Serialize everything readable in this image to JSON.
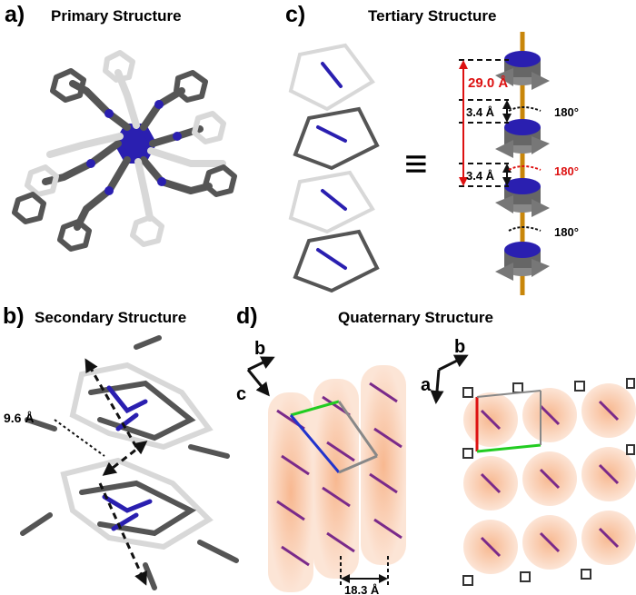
{
  "panels": {
    "a": {
      "letter": "a)",
      "title": "Primary Structure"
    },
    "b": {
      "letter": "b)",
      "title": "Secondary Structure",
      "distance": "9.6 Å"
    },
    "c": {
      "letter": "c)",
      "title": "Tertiary Structure",
      "equivalence_symbol": "≡",
      "dimensions": {
        "pitch": "29.0 Å",
        "spacing_upper": "3.4 Å",
        "spacing_lower": "3.4 Å"
      },
      "rotations": {
        "top": "180°",
        "middle": "180°",
        "bottom": "180°"
      }
    },
    "d": {
      "letter": "d)",
      "title": "Quaternary Structure",
      "distance": "18.3 Å",
      "axes_left": {
        "first": "b",
        "second": "c"
      },
      "axes_right": {
        "first": "b",
        "second": "a"
      }
    }
  },
  "colors": {
    "carbon_dark": "#555555",
    "carbon_light": "#d8d8d8",
    "nitrogen": "#2a1fb0",
    "highlight": "#ff2020",
    "axis_rod": "#c8860a",
    "column_glow": "#f7b48a",
    "cell_green": "#22cc22",
    "cell_blue": "#2233cc",
    "cell_red": "#dd1111"
  }
}
